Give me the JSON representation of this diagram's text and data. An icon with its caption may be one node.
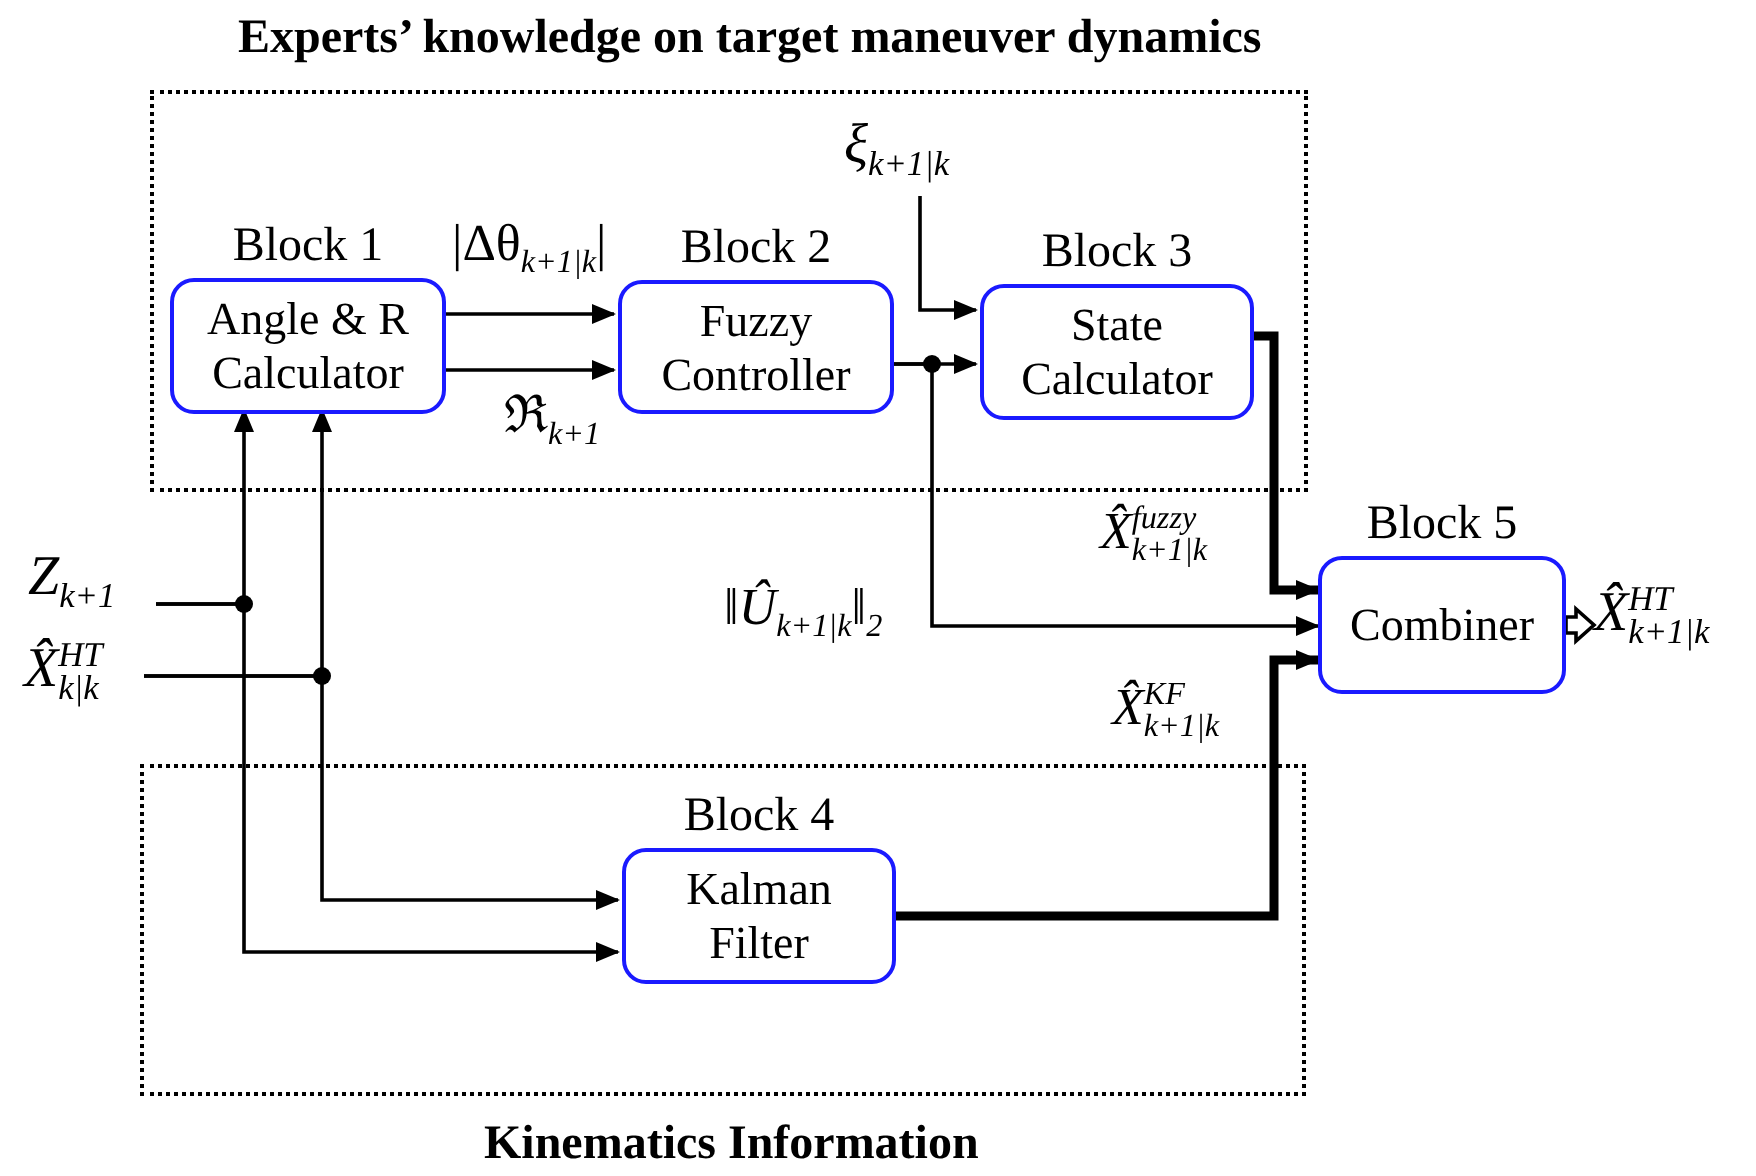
{
  "diagram": {
    "nodes": [
      {
        "text": [
          "Experts’ knowledge on target maneuver dynamics"
        ]
      },
      {
        "text": [
          "Block 1",
          "Angle & R Calculator"
        ],
        "in": 0
      },
      {
        "text": [
          "Block 2",
          "Fuzzy Controller"
        ],
        "in": 0
      },
      {
        "text": [
          "Block 3",
          "State Calculator"
        ],
        "in": 0
      },
      {
        "text": [
          "*ξ*$_{k+1|k}$"
        ],
        "in": 0
      },
      {
        "text": [
          "Kinematics Information"
        ]
      },
      {
        "text": [
          "Block 4",
          "Kalman Filter"
        ],
        "in": 5
      },
      {
        "text": [
          "Block 5",
          "Combiner"
        ]
      },
      {
        "text": [
          "*Z*$_{k+1}$"
        ]
      },
      {
        "text": [
          "*X̂*$^{HT}$$_{k|k}$"
        ]
      },
      {
        "text": [
          "*X̂*$^{HT}$$_{k+1|k}$"
        ]
      }
    ],
    "edges": [
      {
        "from": 1,
        "to": 2,
        "arrow": "to",
        "label": "|Δθ$_{k+1|k}$|"
      },
      {
        "from": 1,
        "to": 2,
        "arrow": "to",
        "label": "ℜ$_{k+1}$"
      },
      {
        "from": 4,
        "to": 3,
        "arrow": "to"
      },
      {
        "from": 2,
        "to": 3,
        "arrow": "to"
      },
      {
        "from": 2,
        "to": 7,
        "arrow": "to",
        "label": "‖*Û*$_{k+1|k}$‖$_{2}$"
      },
      {
        "from": 3,
        "to": 7,
        "arrow": "to",
        "style": "thick",
        "label": "*X̂*$^{fuzzy}$$_{k+1|k}$"
      },
      {
        "from": 6,
        "to": 7,
        "arrow": "to",
        "style": "thick",
        "label": "*X̂*$^{KF}$$_{k+1|k}$"
      },
      {
        "from": 8,
        "to": 1,
        "arrow": "to"
      },
      {
        "from": 8,
        "to": 6,
        "arrow": "to"
      },
      {
        "from": 9,
        "to": 1,
        "arrow": "to"
      },
      {
        "from": 9,
        "to": 6,
        "arrow": "to"
      },
      {
        "from": 7,
        "to": 10,
        "arrow": "to"
      }
    ]
  }
}
